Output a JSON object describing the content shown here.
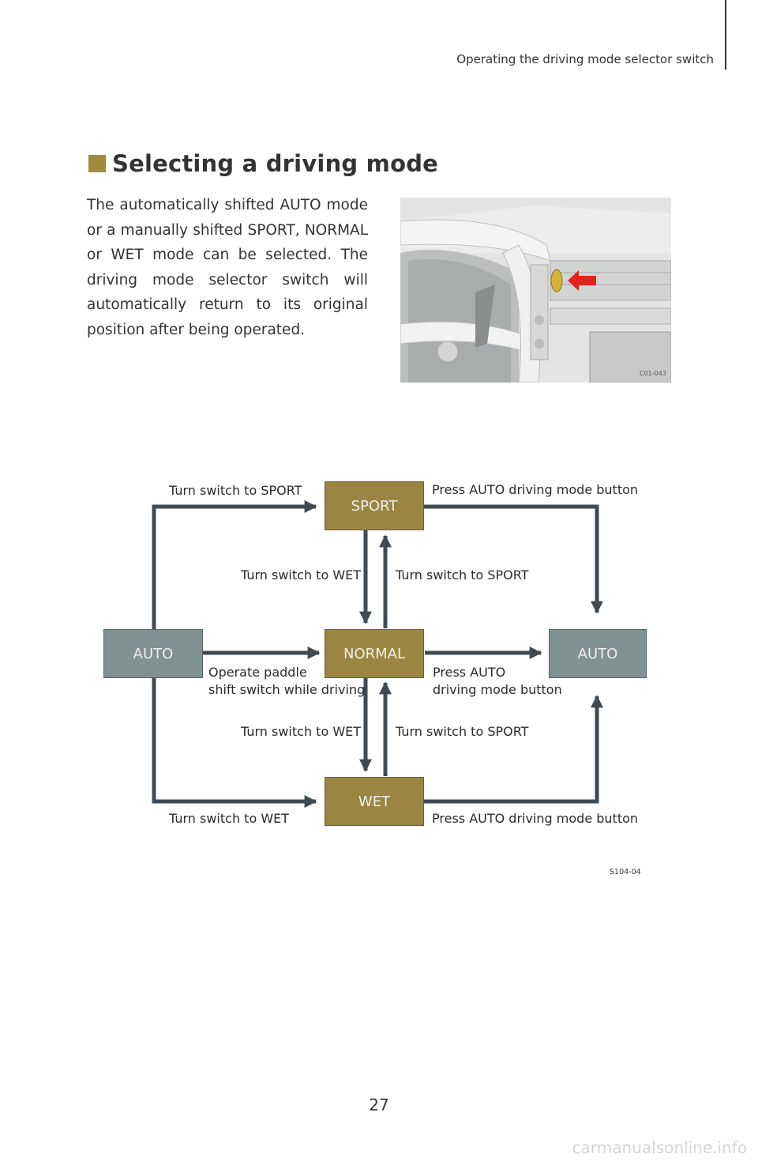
{
  "header": {
    "running_title": "Operating the driving mode selector switch"
  },
  "section": {
    "title": "Selecting a driving mode",
    "body": "The automatically shifted AUTO mode or a manually shifted SPORT, NORMAL or WET mode can be selected. The driving mode selector switch will automatically return to its original position after being operated."
  },
  "photo": {
    "code": "C01-043"
  },
  "diagram": {
    "boxes": {
      "sport": "SPORT",
      "normal": "NORMAL",
      "wet": "WET",
      "auto_left": "AUTO",
      "auto_right": "AUTO"
    },
    "labels": {
      "auto_to_sport": "Turn switch to SPORT",
      "sport_to_auto": "Press AUTO driving mode button",
      "sport_to_normal": "Turn switch to WET",
      "normal_to_sport": "Turn switch to SPORT",
      "auto_to_normal_line1": "Operate paddle",
      "auto_to_normal_line2": "shift switch while driving",
      "normal_to_auto_line1": "Press AUTO",
      "normal_to_auto_line2": "driving mode button",
      "normal_to_wet": "Turn switch to WET",
      "wet_to_normal": "Turn switch to SPORT",
      "auto_to_wet": "Turn switch to WET",
      "wet_to_auto": "Press AUTO driving mode button"
    },
    "code": "S104-04"
  },
  "footer": {
    "page_number": "27",
    "watermark": "carmanualsonline.info"
  },
  "colors": {
    "gold_box": "#9a8642",
    "grey_box": "#7f9191",
    "arrow": "#404a52",
    "section_marker": "#a08a3c"
  }
}
